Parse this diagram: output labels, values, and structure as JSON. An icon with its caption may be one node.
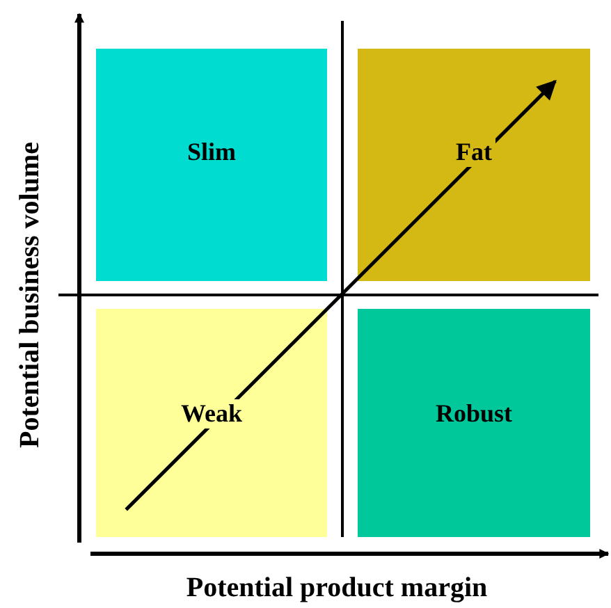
{
  "diagram": {
    "nodes": [
      {
        "text": [
          "Slim"
        ]
      },
      {
        "text": [
          "Fat"
        ]
      },
      {
        "text": [
          "Weak"
        ]
      },
      {
        "text": [
          "Robust"
        ]
      }
    ],
    "edges": [
      {
        "from": 2,
        "to": 1,
        "arrow": "to"
      }
    ],
    "labels": [
      "Potential business volume",
      "Potential product margin"
    ]
  }
}
